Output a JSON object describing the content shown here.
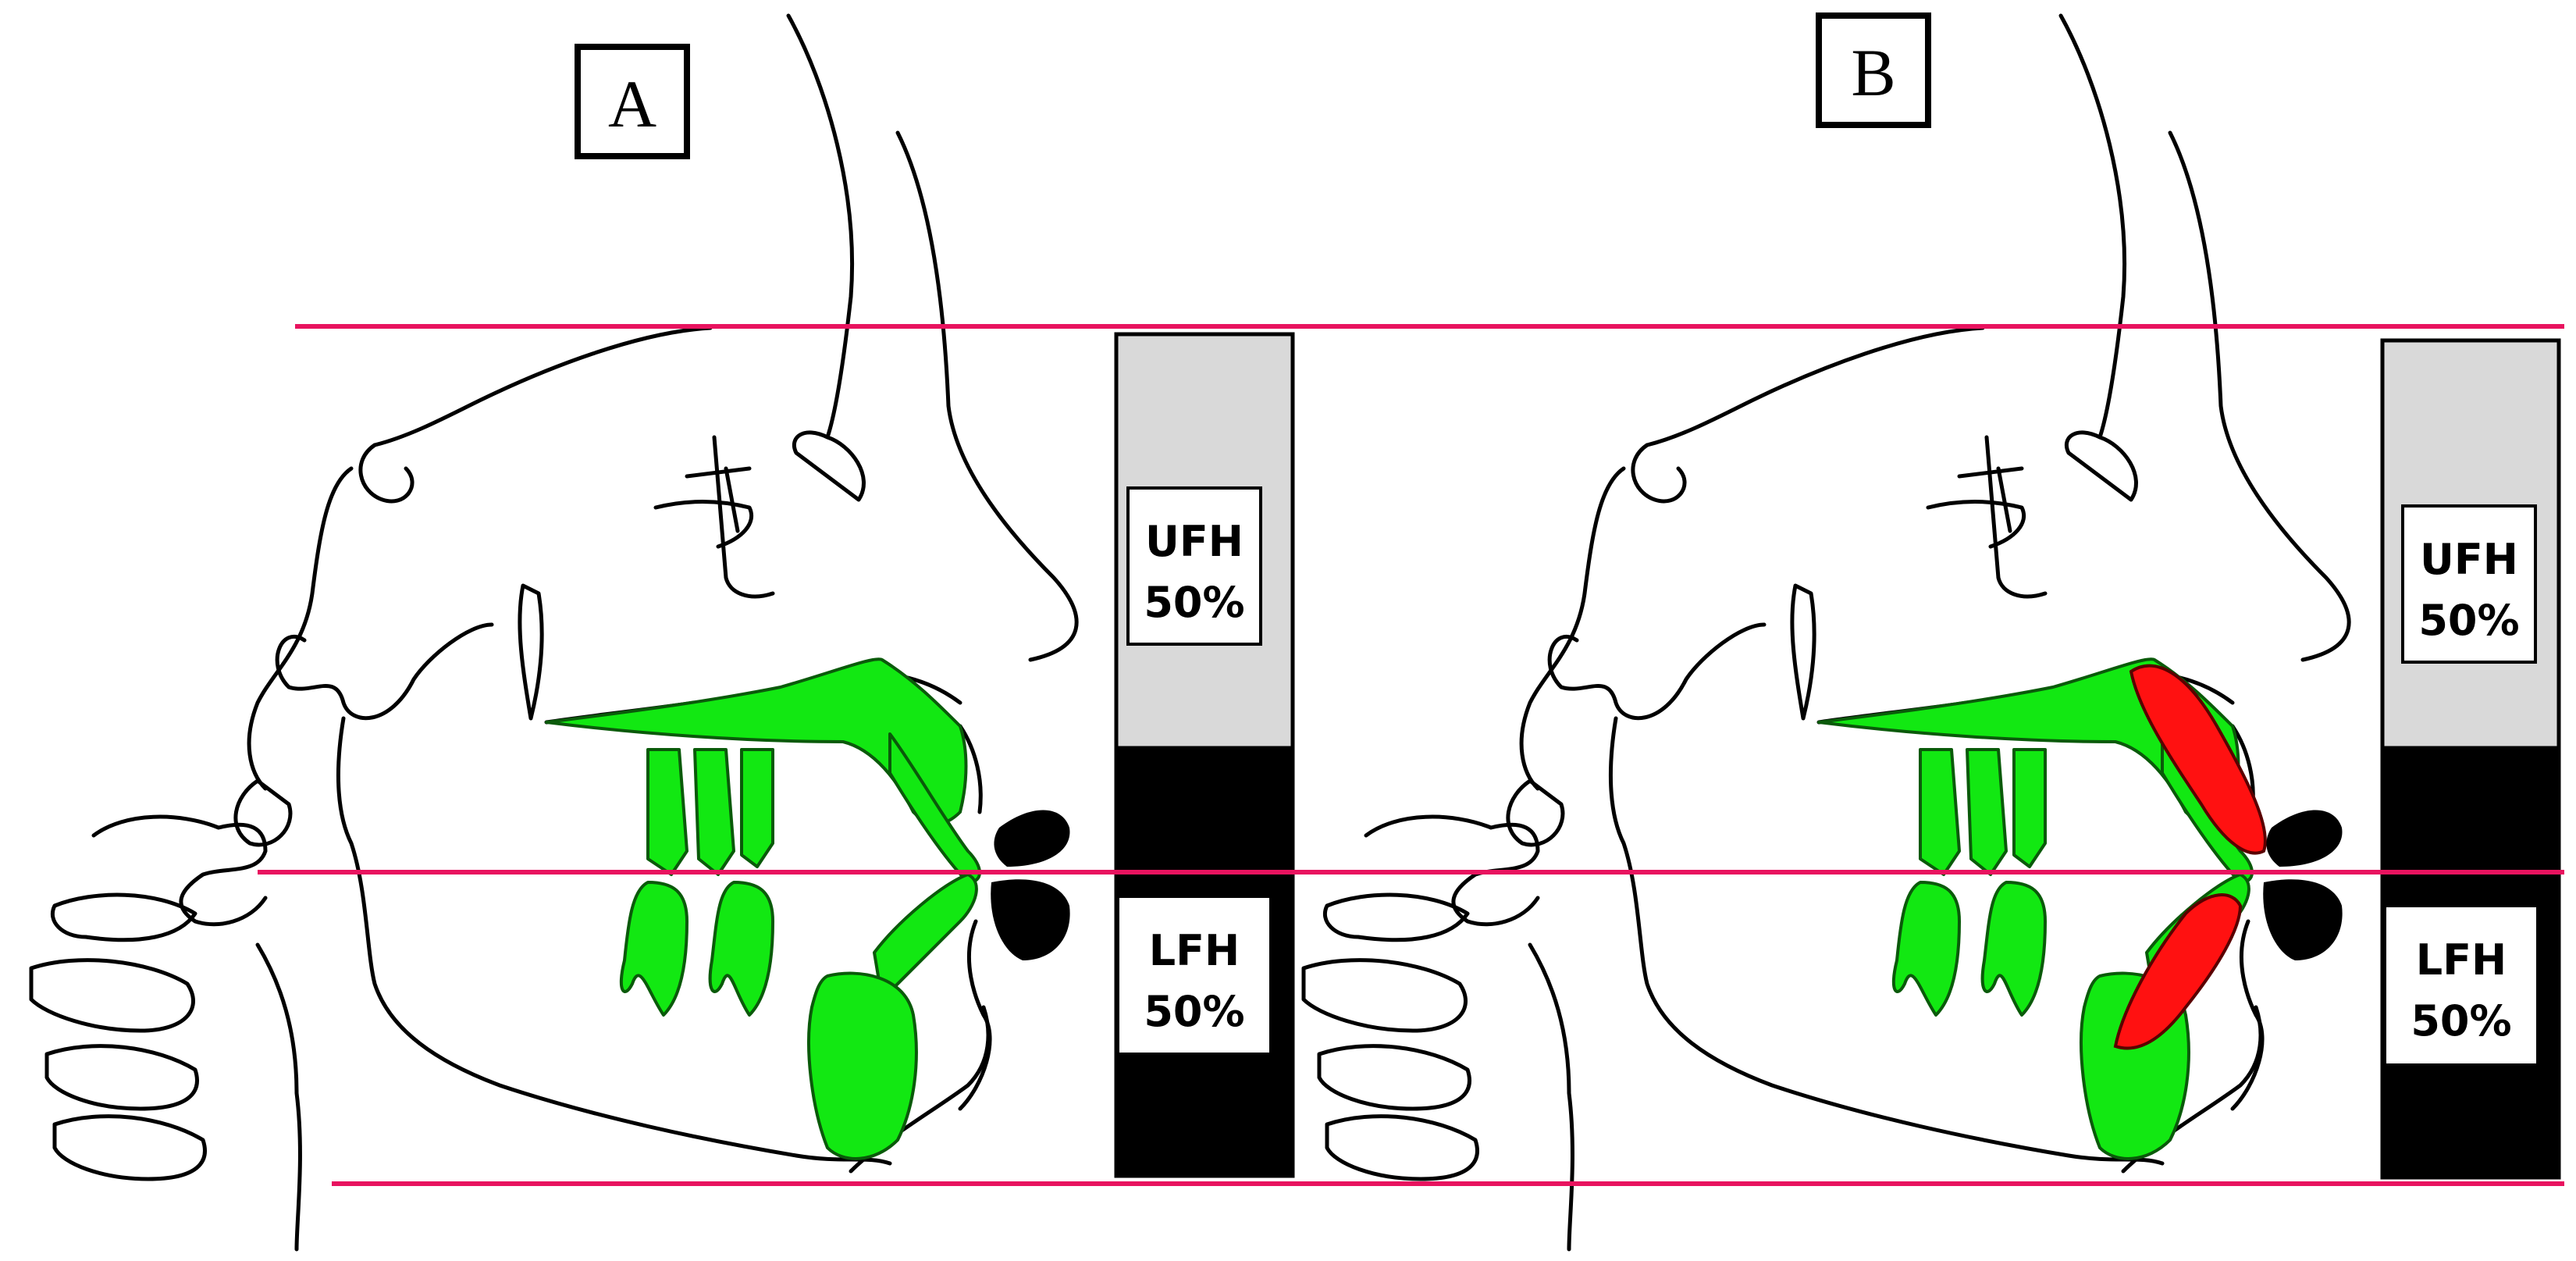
{
  "panels": [
    {
      "label": "A",
      "upper": {
        "abbr": "UFH",
        "pct": "50%"
      },
      "lower": {
        "abbr": "LFH",
        "pct": "50%"
      }
    },
    {
      "label": "B",
      "upper": {
        "abbr": "UFH",
        "pct": "50%"
      },
      "lower": {
        "abbr": "LFH",
        "pct": "50%"
      }
    }
  ],
  "colors": {
    "reference_line": "#e8135f",
    "structure_fill": "#12e812",
    "highlight_fill": "#ff1111",
    "upper_bar": "#d9d9d9",
    "lower_bar": "#000000",
    "outline": "#000000"
  },
  "icons": [
    "cephalometric-tracing",
    "reference-lines",
    "facial-height-bar"
  ]
}
